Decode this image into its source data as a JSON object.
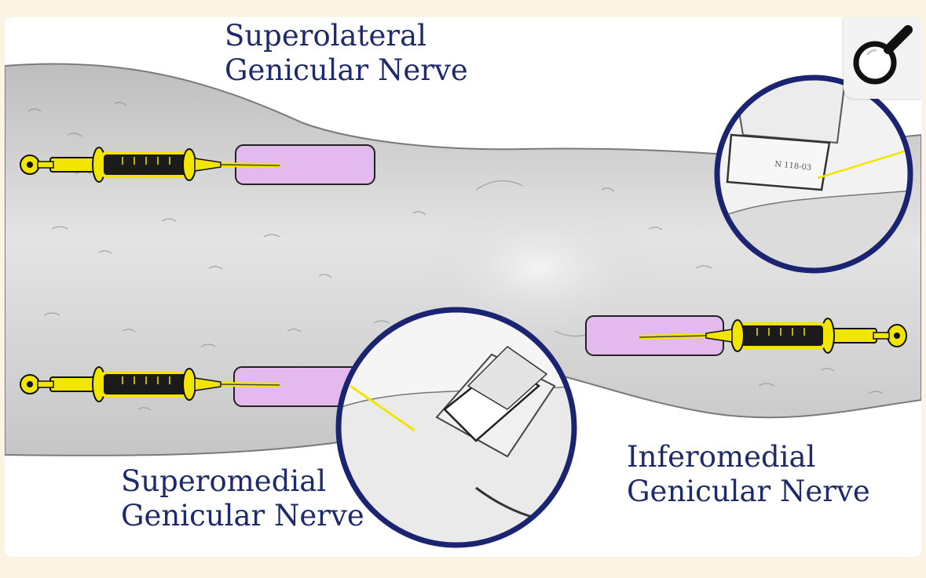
{
  "labels": {
    "superolateral": [
      "Superolateral",
      "Genicular Nerve"
    ],
    "superomedial": [
      "Superomedial",
      "Genicular Nerve"
    ],
    "inferomedial": [
      "Inferomedial",
      "Genicular Nerve"
    ]
  },
  "zoom_button": {
    "icon": "magnifier-icon"
  },
  "colors": {
    "label_text": "#1f2a6b",
    "target_zone": "#e3b9ee",
    "syringe": "#f2e600",
    "circle_border": "#1b2470",
    "leg_shade": "#c9c9c9"
  }
}
